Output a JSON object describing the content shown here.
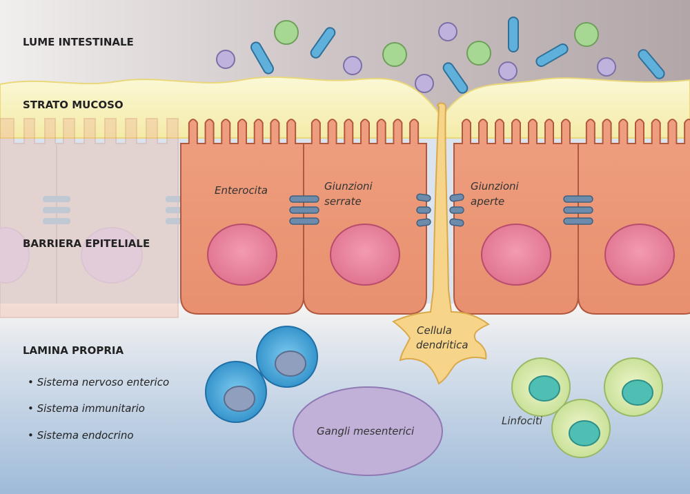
{
  "layers": {
    "lumen": "LUME INTESTINALE",
    "mucus": "STRATO MUCOSO",
    "epithelium": "BARRIERA EPITELIALE",
    "lamina": "LAMINA PROPRIA"
  },
  "lamina_items": [
    "• Sistema nervoso enterico",
    "• Sistema immunitario",
    "• Sistema endocrino"
  ],
  "cells": {
    "enterocyte": "Enterocita",
    "tight_junctions_1": "Giunzioni",
    "tight_junctions_2": "serrate",
    "open_junctions_1": "Giunzioni",
    "open_junctions_2": "aperte",
    "dendritic_1": "Cellula",
    "dendritic_2": "dendritica",
    "ganglia": "Gangli mesenterici",
    "lymphocytes": "Linfociti"
  },
  "colors": {
    "lumen_top": "#b8aeb0",
    "mucus": "#f5f0b4",
    "enterocyte": "#ec9a7a",
    "enterocyte_stroke": "#b0573e",
    "nucleus": "#e9869e",
    "junction": "#6d8cab",
    "dendritic": "#f6d489",
    "lamina_bottom": "#a3bedb",
    "macrophage": "#4ba6d9",
    "ganglia": "#c1b1d8",
    "lymphocyte": "#d4e6a6",
    "lymph_nucleus": "#4fbfb4",
    "bacteria_round_green": "#a6d894",
    "bacteria_round_purple": "#bfb3de",
    "bacteria_rod": "#5fb1dc"
  }
}
